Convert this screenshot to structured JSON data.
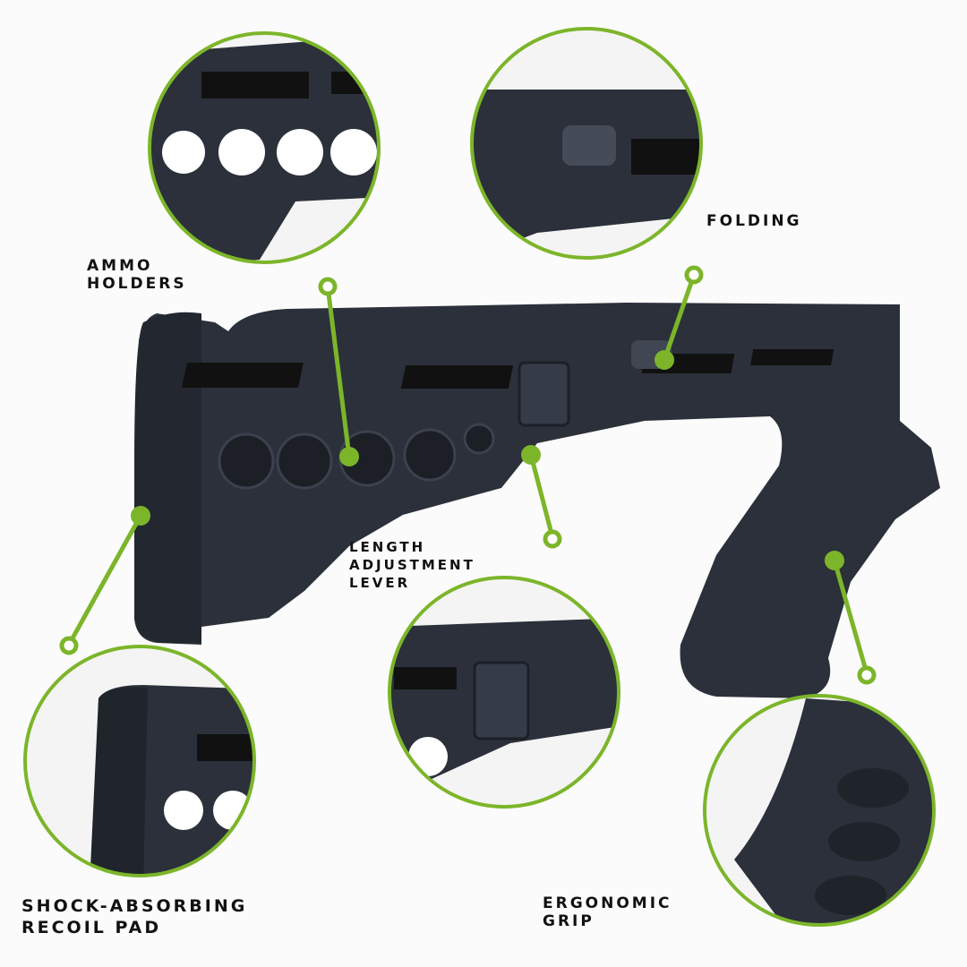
{
  "colors": {
    "accent": "#7cb52a",
    "product": "#2b303a",
    "background": "#fbfbfb"
  },
  "callouts": [
    {
      "id": "ammo",
      "lines": [
        "AMMO",
        "HOLDERS"
      ]
    },
    {
      "id": "folding",
      "lines": [
        "FOLDING"
      ]
    },
    {
      "id": "length",
      "lines": [
        "LENGTH",
        "ADJUSTMENT",
        "LEVER"
      ]
    },
    {
      "id": "recoil",
      "lines": [
        "SHOCK-ABSORBING",
        "RECOIL PAD"
      ]
    },
    {
      "id": "grip",
      "lines": [
        "ERGONOMIC",
        "GRIP"
      ]
    }
  ]
}
